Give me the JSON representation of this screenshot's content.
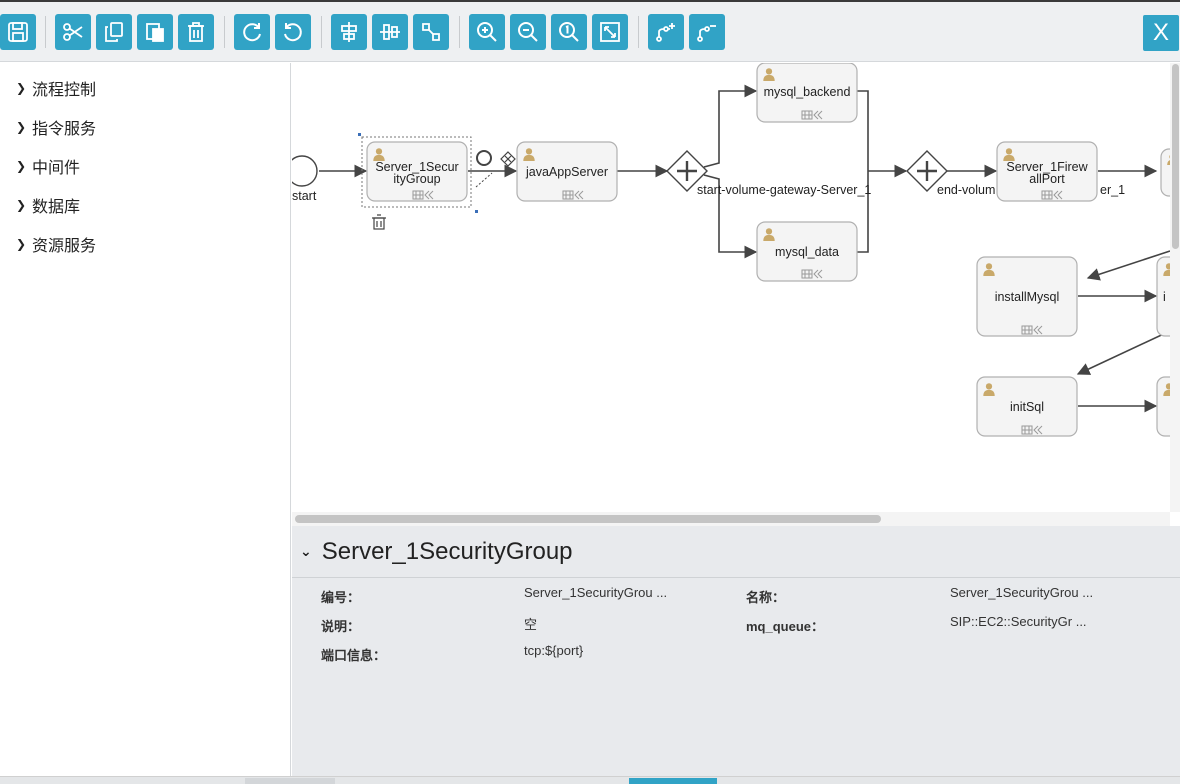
{
  "toolbar": {
    "buttons": [
      {
        "name": "save-button",
        "icon": "save-icon"
      },
      {
        "name": "cut-button",
        "icon": "scissors-icon"
      },
      {
        "name": "copy-button",
        "icon": "copy-icon"
      },
      {
        "name": "paste-button",
        "icon": "paste-icon"
      },
      {
        "name": "delete-button",
        "icon": "trash-icon"
      },
      {
        "name": "redo-button",
        "icon": "redo-icon"
      },
      {
        "name": "undo-button",
        "icon": "undo-icon"
      },
      {
        "name": "align-vertical-button",
        "icon": "align-vertical-icon"
      },
      {
        "name": "align-horizontal-button",
        "icon": "align-horizontal-icon"
      },
      {
        "name": "same-size-button",
        "icon": "resize-icon"
      },
      {
        "name": "zoom-in-button",
        "icon": "zoom-in-icon"
      },
      {
        "name": "zoom-out-button",
        "icon": "zoom-out-icon"
      },
      {
        "name": "zoom-actual-button",
        "icon": "zoom-actual-icon"
      },
      {
        "name": "zoom-fit-button",
        "icon": "fit-screen-icon"
      },
      {
        "name": "add-bendpoint-button",
        "icon": "add-bendpoint-icon"
      },
      {
        "name": "remove-bendpoint-button",
        "icon": "remove-bendpoint-icon"
      }
    ],
    "close_label": "X",
    "accent": "#31a3c6"
  },
  "sidebar": {
    "items": [
      {
        "label": "流程控制"
      },
      {
        "label": "指令服务"
      },
      {
        "label": "中间件"
      },
      {
        "label": "数据库"
      },
      {
        "label": "资源服务"
      }
    ]
  },
  "diagram": {
    "start_label": "start",
    "tasks": {
      "security_group": {
        "line1": "Server_1Secur",
        "line2": "ityGroup"
      },
      "java_app": {
        "label": "javaAppServer"
      },
      "mysql_backend": {
        "label": "mysql_backend"
      },
      "mysql_data": {
        "label": "mysql_data"
      },
      "firewall": {
        "line1": "Server_1Firew",
        "line2": "allPort"
      },
      "install_mysql": {
        "label": "installMysql"
      },
      "init_sql": {
        "label": "initSql"
      },
      "partial_install": {
        "label": "i"
      }
    },
    "gateways": {
      "start_label": "start-volume-gateway-Server_1",
      "end_label_a": "end-volum",
      "end_label_b": "er_1"
    }
  },
  "properties": {
    "title": "Server_1SecurityGroup",
    "fields": [
      {
        "label": "编号：",
        "value": "Server_1SecurityGrou ..."
      },
      {
        "label": "名称：",
        "value": "Server_1SecurityGrou ..."
      },
      {
        "label": "说明：",
        "value": "空"
      },
      {
        "label": "mq_queue：",
        "value": "SIP::EC2::SecurityGr ..."
      },
      {
        "label": "端口信息：",
        "value": "tcp:${port}"
      }
    ]
  }
}
